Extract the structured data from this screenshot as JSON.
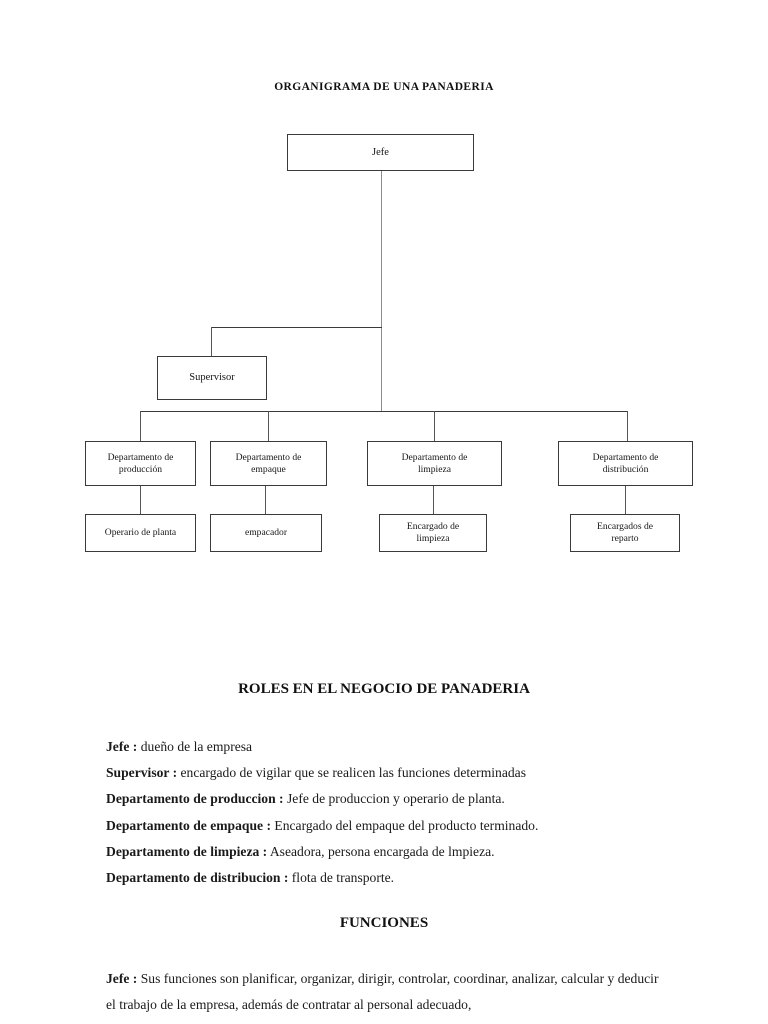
{
  "document": {
    "title": "ORGANIGRAMA DE UNA PANADERIA"
  },
  "org_chart": {
    "root": {
      "label": "Jefe"
    },
    "supervisor": {
      "label": "Supervisor"
    },
    "departments": [
      {
        "line1": "Departamento de",
        "line2": "producción"
      },
      {
        "line1": "Departamento de",
        "line2": "empaque"
      },
      {
        "line1": "Departamento de",
        "line2": "limpieza"
      },
      {
        "line1": "Departamento de",
        "line2": "distribución"
      }
    ],
    "roles_row": [
      {
        "line1": "Operario de planta",
        "line2": ""
      },
      {
        "line1": "empacador",
        "line2": ""
      },
      {
        "line1": "Encargado de",
        "line2": "limpieza"
      },
      {
        "line1": "Encargados de",
        "line2": "reparto"
      }
    ]
  },
  "roles_section": {
    "heading": "ROLES EN EL NEGOCIO DE PANADERIA",
    "items": [
      {
        "term": "Jefe :",
        "text": " dueño de la empresa"
      },
      {
        "term": "Supervisor :",
        "text": " encargado de vigilar que se realicen las funciones determinadas"
      },
      {
        "term": "Departamento de produccion :",
        "text": " Jefe de produccion y operario de planta."
      },
      {
        "term": "Departamento de empaque :",
        "text": " Encargado del empaque del producto terminado."
      },
      {
        "term": "Departamento de limpieza :",
        "text": " Aseadora, persona encargada de lmpieza."
      },
      {
        "term": "Departamento de distribucion :",
        "text": " flota de transporte."
      }
    ]
  },
  "funciones_section": {
    "heading": "FUNCIONES",
    "items": [
      {
        "term": "Jefe :",
        "text": " Sus funciones son planificar, organizar, dirigir, controlar, coordinar, analizar, calcular y deducir el trabajo de la empresa, además de contratar al personal adecuado,"
      }
    ]
  }
}
